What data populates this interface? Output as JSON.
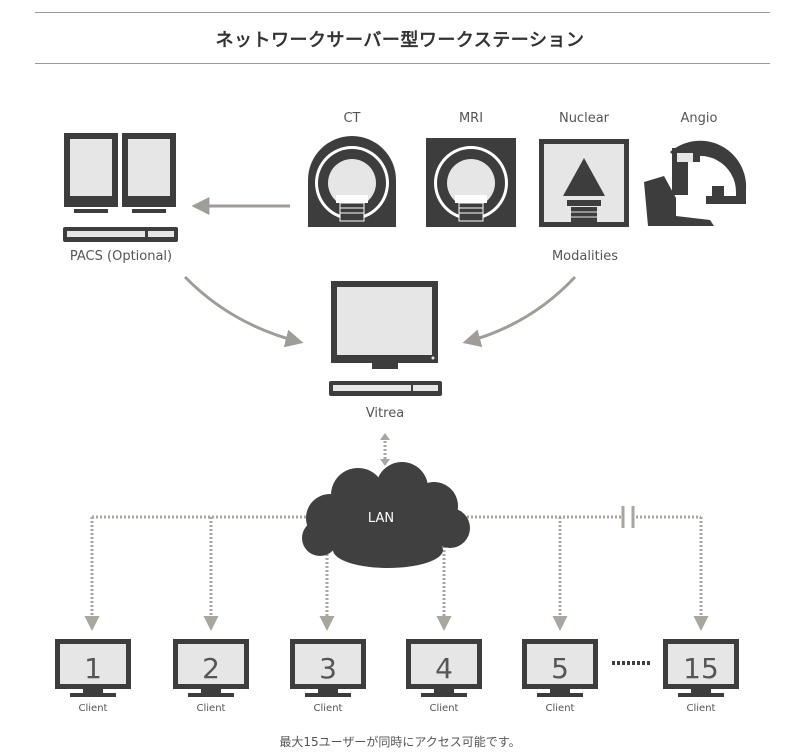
{
  "title": "ネットワークサーバー型ワークステーション",
  "footer_note": "最大15ユーザーが同時にアクセス可能です。",
  "pacs_label": "PACS (Optional)",
  "modalities_label": "Modalities",
  "modalities": [
    {
      "name": "CT"
    },
    {
      "name": "MRI"
    },
    {
      "name": "Nuclear"
    },
    {
      "name": "Angio"
    }
  ],
  "server_label": "Vitrea",
  "network_label": "LAN",
  "clients": [
    {
      "number": "1",
      "label": "Client"
    },
    {
      "number": "2",
      "label": "Client"
    },
    {
      "number": "3",
      "label": "Client"
    },
    {
      "number": "4",
      "label": "Client"
    },
    {
      "number": "5",
      "label": "Client"
    },
    {
      "number": "15",
      "label": "Client"
    }
  ],
  "colors": {
    "dark": "#3d3d3d",
    "screen": "#e6e6e6",
    "arrow": "#a09c97",
    "dotted": "#a9a59f",
    "cloud": "#404040"
  }
}
